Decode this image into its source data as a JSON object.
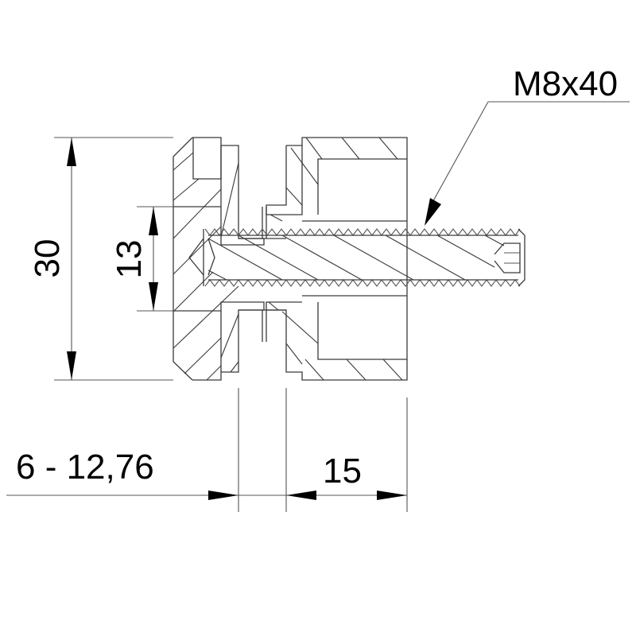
{
  "drawing": {
    "type": "technical-section-view",
    "subject": "Clamp fitting with threaded bolt",
    "line_color": "#3a3a3a",
    "background": "#ffffff"
  },
  "labels": {
    "bolt_callout": "M8x40",
    "overall_height": "30",
    "bore_height": "13",
    "glass_thickness_range": "6 - 12,76",
    "right_part_length": "15"
  }
}
